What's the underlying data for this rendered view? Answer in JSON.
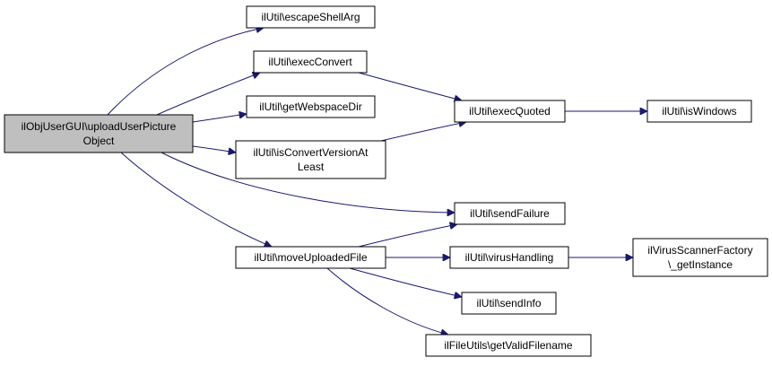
{
  "graph": {
    "colors": {
      "edge": "#191970",
      "root_fill": "#bfbfbf",
      "node_fill": "#ffffff",
      "border": "#000000"
    },
    "nodes": [
      {
        "id": "root",
        "lines": [
          "ilObjUserGUI\\uploadUserPicture",
          "Object"
        ],
        "root": true
      },
      {
        "id": "escapeShellArg",
        "lines": [
          "ilUtil\\escapeShellArg"
        ]
      },
      {
        "id": "execConvert",
        "lines": [
          "ilUtil\\execConvert"
        ]
      },
      {
        "id": "getWebspaceDir",
        "lines": [
          "ilUtil\\getWebspaceDir"
        ]
      },
      {
        "id": "isConvertVersionAtLeast",
        "lines": [
          "ilUtil\\isConvertVersionAt",
          "Least"
        ]
      },
      {
        "id": "execQuoted",
        "lines": [
          "ilUtil\\execQuoted"
        ]
      },
      {
        "id": "isWindows",
        "lines": [
          "ilUtil\\isWindows"
        ]
      },
      {
        "id": "sendFailure",
        "lines": [
          "ilUtil\\sendFailure"
        ]
      },
      {
        "id": "moveUploadedFile",
        "lines": [
          "ilUtil\\moveUploadedFile"
        ]
      },
      {
        "id": "virusHandling",
        "lines": [
          "ilUtil\\virusHandling"
        ]
      },
      {
        "id": "getInstance",
        "lines": [
          "ilVirusScannerFactory",
          "\\_getInstance"
        ]
      },
      {
        "id": "sendInfo",
        "lines": [
          "ilUtil\\sendInfo"
        ]
      },
      {
        "id": "getValidFilename",
        "lines": [
          "ilFileUtils\\getValidFilename"
        ]
      }
    ],
    "edges": [
      {
        "from": "root",
        "to": "escapeShellArg"
      },
      {
        "from": "root",
        "to": "execConvert"
      },
      {
        "from": "root",
        "to": "getWebspaceDir"
      },
      {
        "from": "root",
        "to": "isConvertVersionAtLeast"
      },
      {
        "from": "root",
        "to": "sendFailure"
      },
      {
        "from": "root",
        "to": "moveUploadedFile"
      },
      {
        "from": "execConvert",
        "to": "execQuoted"
      },
      {
        "from": "isConvertVersionAtLeast",
        "to": "execQuoted"
      },
      {
        "from": "execQuoted",
        "to": "isWindows"
      },
      {
        "from": "moveUploadedFile",
        "to": "sendFailure"
      },
      {
        "from": "moveUploadedFile",
        "to": "virusHandling"
      },
      {
        "from": "moveUploadedFile",
        "to": "sendInfo"
      },
      {
        "from": "moveUploadedFile",
        "to": "getValidFilename"
      },
      {
        "from": "virusHandling",
        "to": "getInstance"
      }
    ]
  }
}
